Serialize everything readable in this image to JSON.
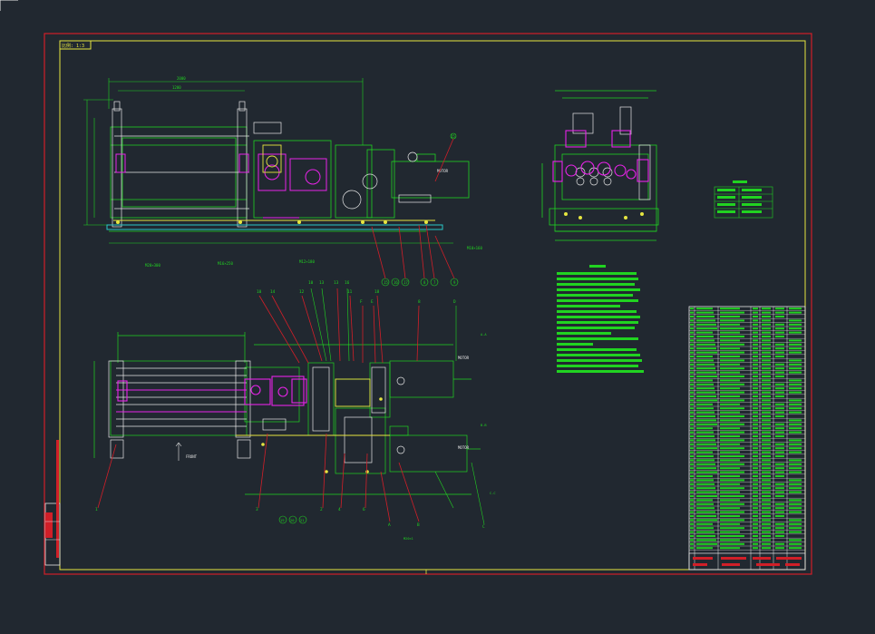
{
  "title_block": {
    "scale_label": "比例: 1:3"
  },
  "callouts": {
    "top_row": [
      "10",
      "14",
      "12",
      "10",
      "13",
      "13",
      "16",
      "11",
      "F",
      "E",
      "18",
      "8",
      "D"
    ],
    "bottom_row": [
      "1",
      "3",
      "2",
      "4",
      "6",
      "A",
      "B",
      "C"
    ],
    "upper_view_balloons": [
      "15",
      "16",
      "17",
      "8",
      "7",
      "9",
      "15"
    ],
    "lower_group": [
      "19",
      "20",
      "21"
    ]
  },
  "colors": {
    "background": "#212830",
    "frame": "#d11f28",
    "border": "#e6e640",
    "geometry": "#21d321",
    "hidden": "#d4d4d4",
    "highlight": "#e823e8",
    "leader": "#d11f28",
    "cyan": "#29c8c8",
    "white": "#e6e6e6"
  }
}
